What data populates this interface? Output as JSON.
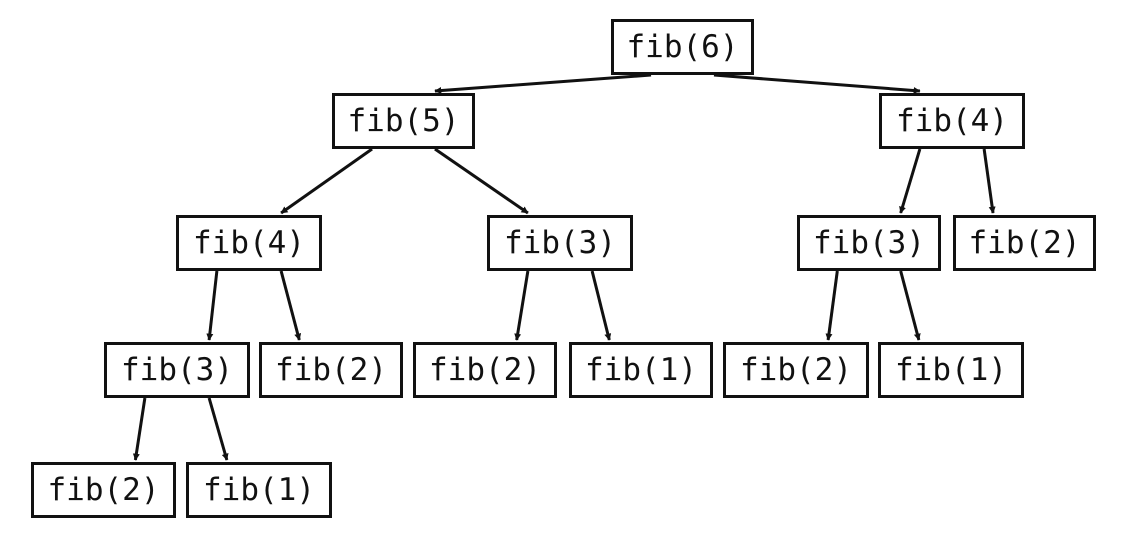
{
  "tree": {
    "nodes": [
      {
        "id": "n1",
        "label": "fib(6)"
      },
      {
        "id": "n2",
        "label": "fib(5)"
      },
      {
        "id": "n3",
        "label": "fib(4)"
      },
      {
        "id": "n4",
        "label": "fib(4)"
      },
      {
        "id": "n5",
        "label": "fib(3)"
      },
      {
        "id": "n6",
        "label": "fib(3)"
      },
      {
        "id": "n7",
        "label": "fib(2)"
      },
      {
        "id": "n8",
        "label": "fib(3)"
      },
      {
        "id": "n9",
        "label": "fib(2)"
      },
      {
        "id": "n10",
        "label": "fib(2)"
      },
      {
        "id": "n11",
        "label": "fib(1)"
      },
      {
        "id": "n12",
        "label": "fib(2)"
      },
      {
        "id": "n13",
        "label": "fib(1)"
      },
      {
        "id": "n14",
        "label": "fib(2)"
      },
      {
        "id": "n15",
        "label": "fib(1)"
      }
    ],
    "edges": [
      [
        "n1",
        "n2"
      ],
      [
        "n1",
        "n3"
      ],
      [
        "n2",
        "n4"
      ],
      [
        "n2",
        "n5"
      ],
      [
        "n3",
        "n6"
      ],
      [
        "n3",
        "n7"
      ],
      [
        "n4",
        "n8"
      ],
      [
        "n4",
        "n9"
      ],
      [
        "n5",
        "n10"
      ],
      [
        "n5",
        "n11"
      ],
      [
        "n6",
        "n12"
      ],
      [
        "n6",
        "n13"
      ],
      [
        "n8",
        "n14"
      ],
      [
        "n8",
        "n15"
      ]
    ],
    "colors": {
      "stroke": "#111111",
      "fill": "#ffffff"
    }
  }
}
